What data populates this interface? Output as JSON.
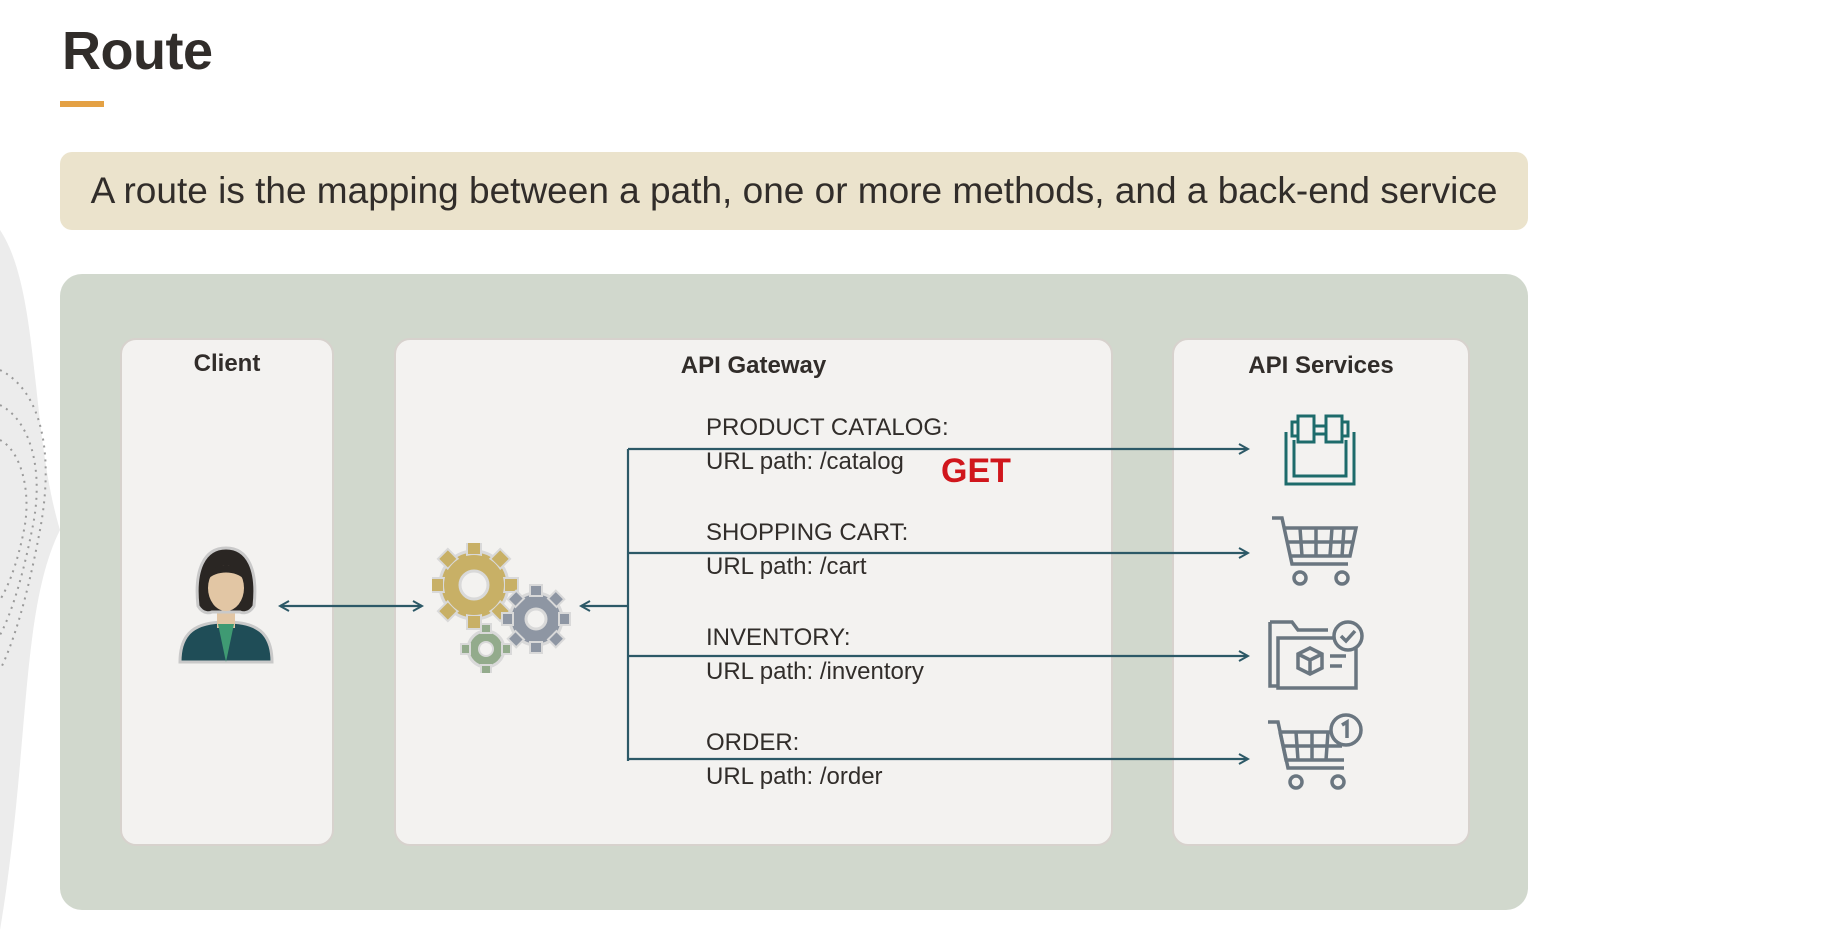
{
  "slide": {
    "title": "Route",
    "subtitle": "A route is the mapping between a path, one or more methods, and a back-end service"
  },
  "diagram": {
    "panels": {
      "client": "Client",
      "gateway": "API Gateway",
      "services": "API Services"
    },
    "routes": [
      {
        "name": "PRODUCT CATALOG:",
        "path": "URL path: /catalog",
        "service_icon": "catalog-icon"
      },
      {
        "name": "SHOPPING CART:",
        "path": "URL path: /cart",
        "service_icon": "shopping-cart-icon"
      },
      {
        "name": "INVENTORY:",
        "path": "URL path: /inventory",
        "service_icon": "inventory-icon"
      },
      {
        "name": "ORDER:",
        "path": "URL path: /order",
        "service_icon": "order-cart-icon"
      }
    ],
    "method": "GET",
    "client_icon": "user-icon",
    "gateway_icon": "gears-icon"
  },
  "colors": {
    "accent": "#e4a144",
    "banner": "#ebe3cc",
    "diagram_bg": "#d1d8cd",
    "connector": "#2c5967",
    "method": "#d0161c"
  }
}
